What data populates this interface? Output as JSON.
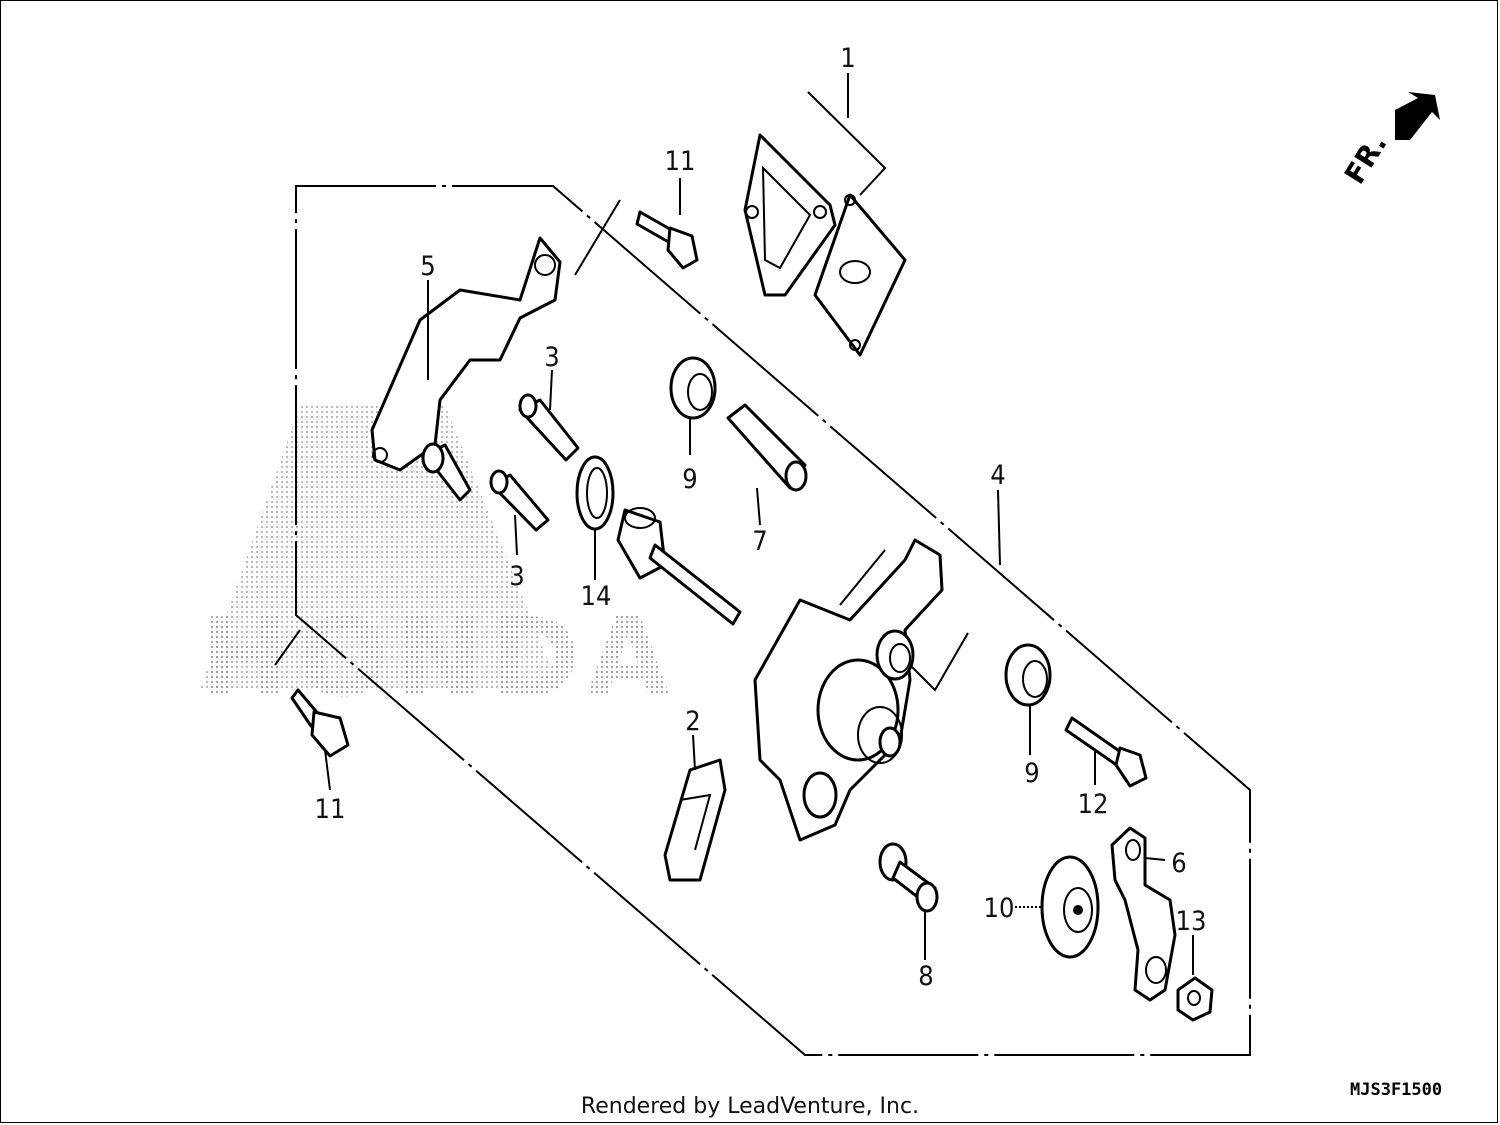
{
  "diagram": {
    "callouts": {
      "c1": "1",
      "c2": "2",
      "c3a": "3",
      "c3b": "3",
      "c4": "4",
      "c5": "5",
      "c6": "6",
      "c7": "7",
      "c8": "8",
      "c9a": "9",
      "c9b": "9",
      "c10": "10",
      "c11a": "11",
      "c11b": "11",
      "c12": "12",
      "c13": "13",
      "c14": "14"
    },
    "direction_label": "FR.",
    "watermark": "HONDA",
    "diagram_code": "MJS3F1500",
    "credit": "Rendered by LeadVenture, Inc."
  }
}
